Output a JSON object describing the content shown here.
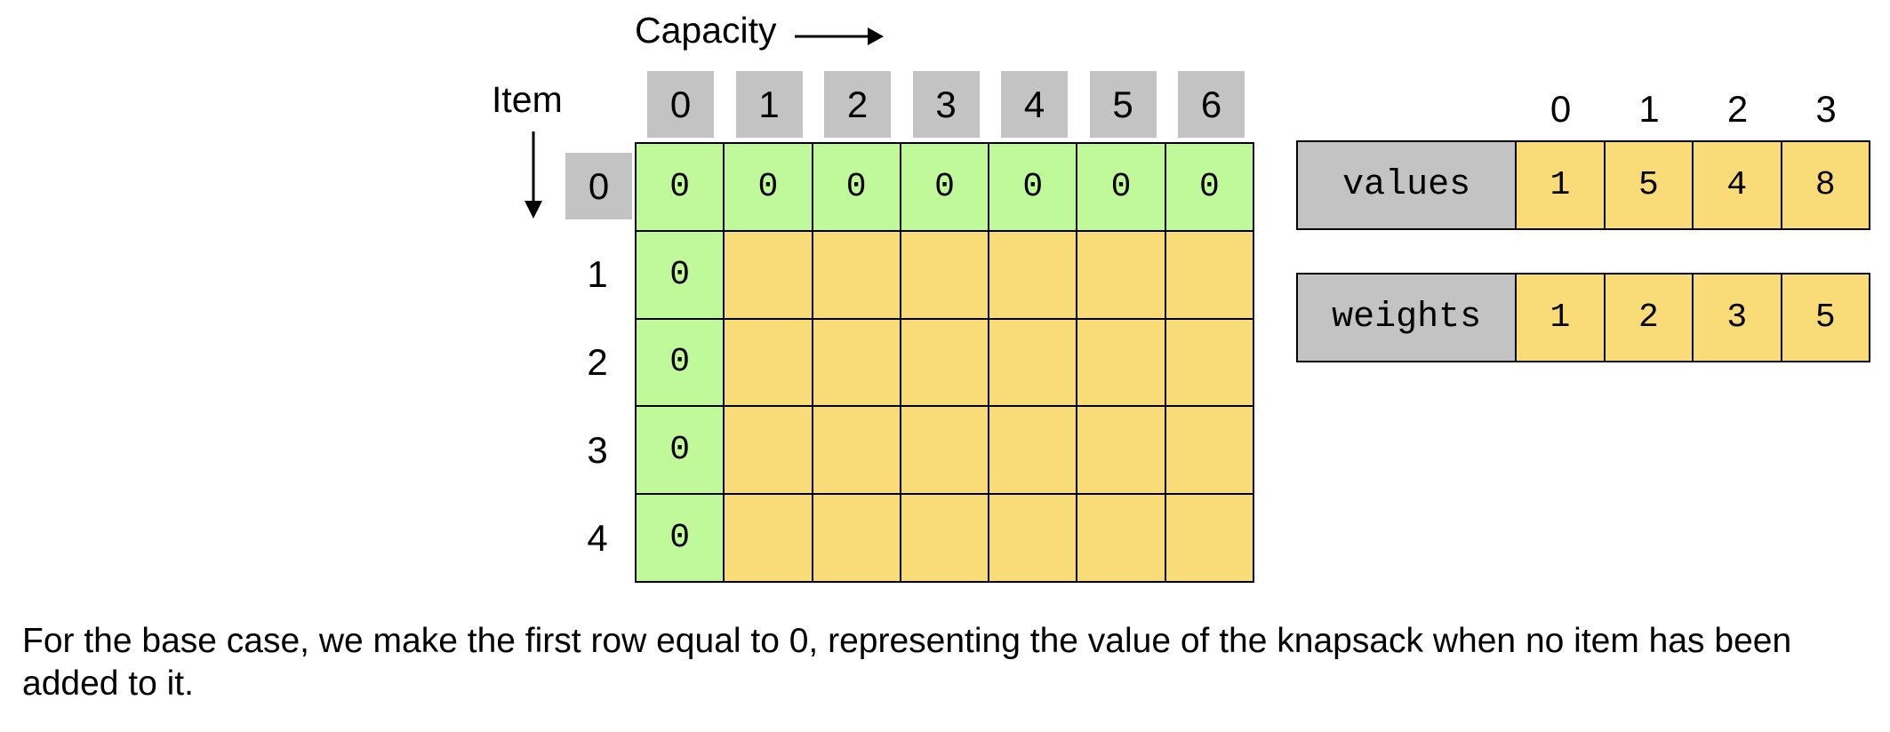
{
  "capacity_label": "Capacity",
  "item_label": "Item",
  "capacity_headers": [
    "0",
    "1",
    "2",
    "3",
    "4",
    "5",
    "6"
  ],
  "item_headers": [
    "0",
    "1",
    "2",
    "3",
    "4"
  ],
  "table_rows": [
    [
      "0",
      "0",
      "0",
      "0",
      "0",
      "0",
      "0"
    ],
    [
      "0",
      "",
      "",
      "",
      "",
      "",
      ""
    ],
    [
      "0",
      "",
      "",
      "",
      "",
      "",
      ""
    ],
    [
      "0",
      "",
      "",
      "",
      "",
      "",
      ""
    ],
    [
      "0",
      "",
      "",
      "",
      "",
      "",
      ""
    ]
  ],
  "array_indices": [
    "0",
    "1",
    "2",
    "3"
  ],
  "values": {
    "label": "values",
    "items": [
      "1",
      "5",
      "4",
      "8"
    ]
  },
  "weights": {
    "label": "weights",
    "items": [
      "1",
      "2",
      "3",
      "5"
    ]
  },
  "caption": "For the base case, we make the first row equal to 0, representing the value of the knapsack when no item has been added to it.",
  "colors": {
    "header_gray": "#c3c3c3",
    "base_green": "#c0f999",
    "cell_yellow": "#f9dc78"
  }
}
